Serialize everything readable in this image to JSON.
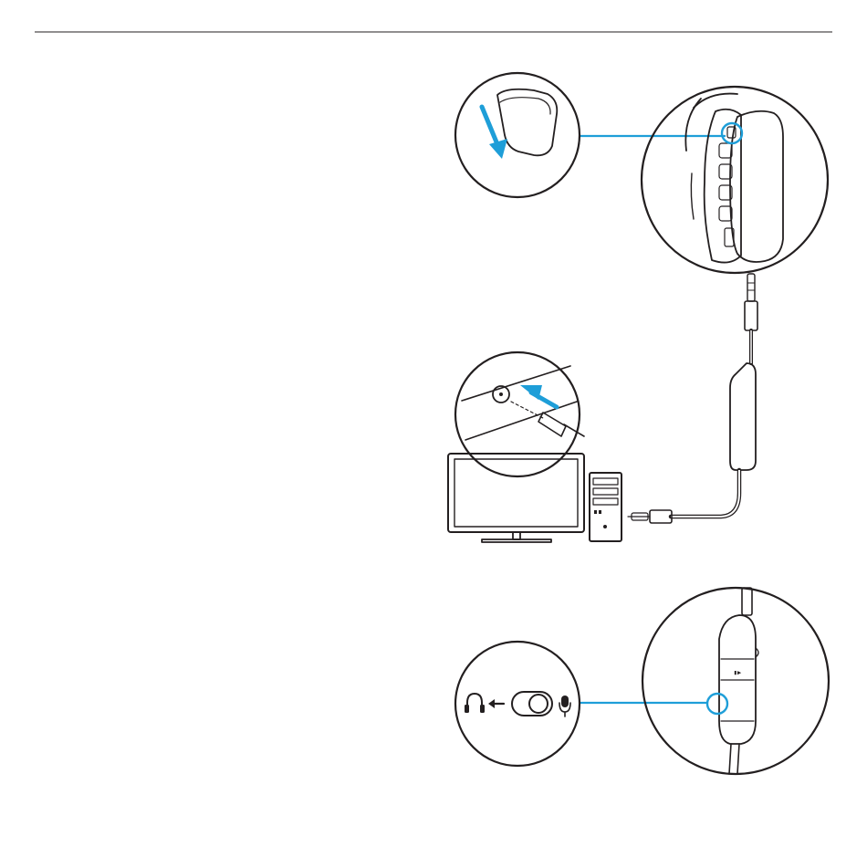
{
  "colors": {
    "ink": "#231f20",
    "accent": "#1e9ed8",
    "background": "#ffffff",
    "pad": "#ffffff"
  },
  "figure": {
    "step_1": {
      "callout_left": "mic-boom-swing-down-callout",
      "callout_right": "headset-earcup-callout",
      "cable": "headset-cable-with-inline-control"
    },
    "step_2": {
      "callout": "audio-jack-insert-callout",
      "devices": [
        "monitor",
        "pc-tower"
      ]
    },
    "step_3": {
      "callout_left": "mic-mute-switch-callout",
      "callout_right": "inline-control-callout",
      "inline_control_glyph": "▮▶"
    },
    "icons": [
      "headphone-icon",
      "arrow-left-icon",
      "toggle-switch-icon",
      "microphone-icon"
    ]
  }
}
